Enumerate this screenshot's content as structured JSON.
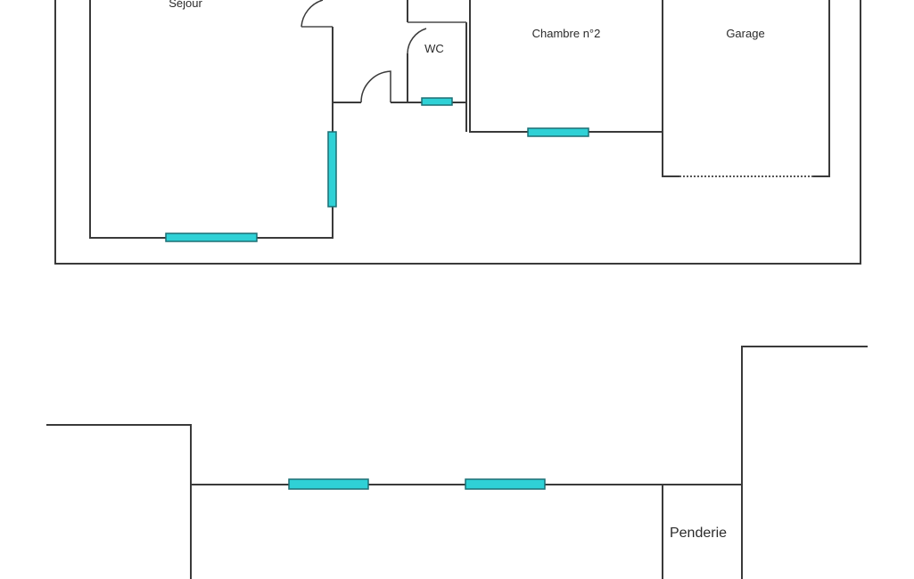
{
  "floor_plan": {
    "rooms": {
      "sejour": "Séjour",
      "wc": "WC",
      "chambre2": "Chambre n°2",
      "garage": "Garage",
      "penderie": "Penderie"
    },
    "colors": {
      "window": "#2fd1d6",
      "wall": "#3a3a3a",
      "background": "#ffffff"
    }
  }
}
